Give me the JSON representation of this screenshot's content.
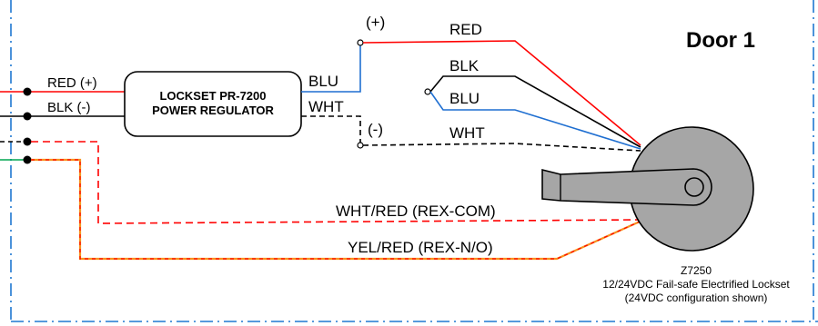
{
  "title": "Door 1",
  "regulator": {
    "line1": "LOCKSET PR-7200",
    "line2": "POWER REGULATOR"
  },
  "inputs": {
    "red": "RED (+)",
    "blk": "BLK (-)"
  },
  "outputs": {
    "blu": "BLU",
    "wht": "WHT"
  },
  "polarity": {
    "plus": "(+)",
    "minus": "(-)"
  },
  "lock_wires": {
    "red": "RED",
    "blk": "BLK",
    "blu": "BLU",
    "wht": "WHT"
  },
  "rex": {
    "com": "WHT/RED (REX-COM)",
    "no": "YEL/RED (REX-N/O)"
  },
  "lockset": {
    "model": "Z7250",
    "desc": "12/24VDC Fail-safe Electrified Lockset",
    "note": "(24VDC configuration shown)"
  },
  "colors": {
    "red": "#ff0000",
    "blue": "#1f6fd1",
    "green": "#00a651",
    "orange": "#f7931e",
    "border": "#1f78d1",
    "lock_fill": "#a6a6a6"
  }
}
